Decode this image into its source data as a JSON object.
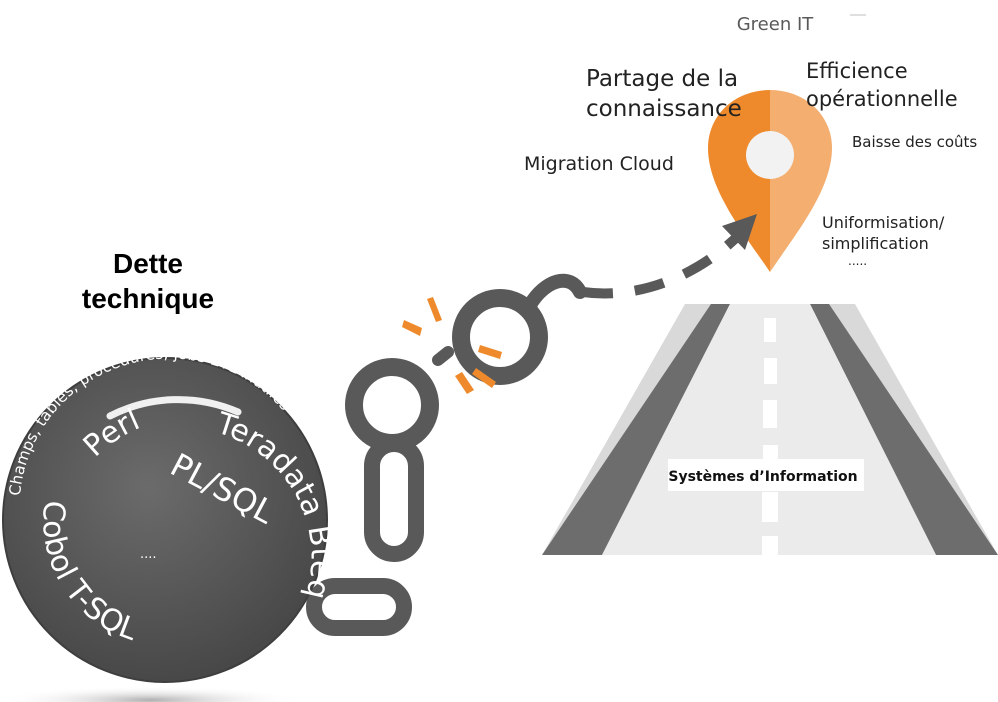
{
  "title": {
    "line1": "Dette",
    "line2": "technique"
  },
  "ball": {
    "arc_text": "Champs, tables, procédures, jobs ETL inutiles",
    "words": [
      "Perl",
      "Teradata Bteq",
      "PL/SQL",
      "Cobol T-SQL",
      "...."
    ]
  },
  "road": {
    "label": "Systèmes d’Information"
  },
  "goals": {
    "green_it": "Green IT",
    "partage_1": "Partage de la",
    "partage_2": "connaissance",
    "efficience_1": "Efficience",
    "efficience_2": "opérationnelle",
    "baisse": "Baisse des coûts",
    "migration": "Migration Cloud",
    "uniform_1": "Uniformisation/",
    "uniform_2": "simplification",
    "more": "....."
  },
  "colors": {
    "orange": "#ee8a2c",
    "orange_light": "#f2a86b",
    "dark": "#595959",
    "road_gray": "#e6e6e6",
    "edge_gray": "#757575"
  }
}
